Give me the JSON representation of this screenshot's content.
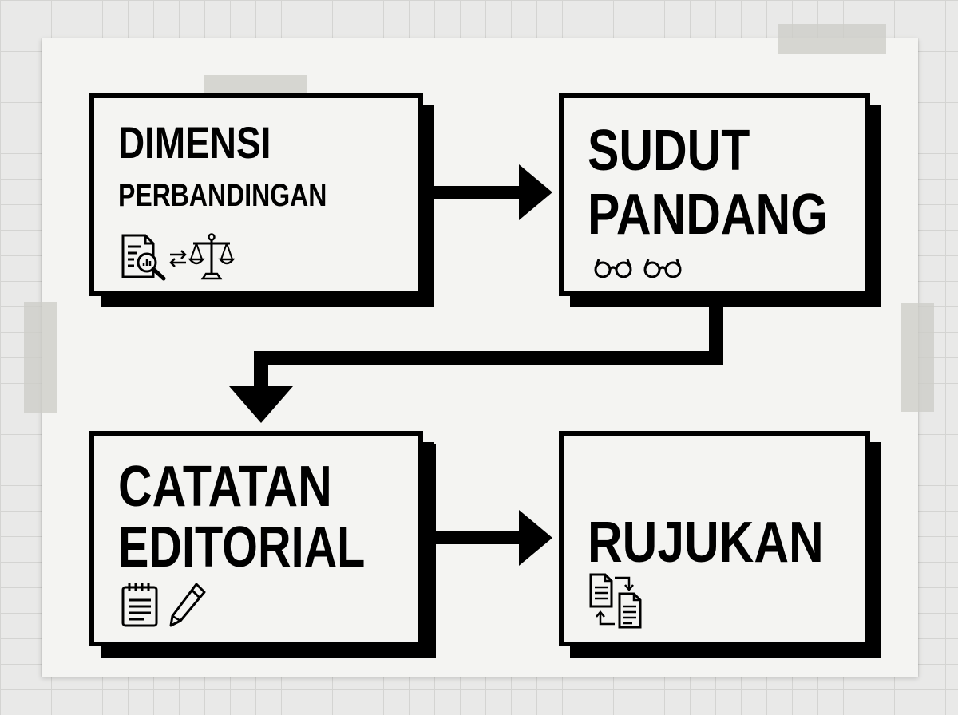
{
  "diagram": {
    "nodes": [
      {
        "id": "dimensi",
        "line1": "DIMENSI",
        "line2": "PERBANDINGAN",
        "icons": [
          "document-search-icon",
          "swap-arrows-icon",
          "balance-scale-icon"
        ]
      },
      {
        "id": "sudut",
        "line1": "SUDUT",
        "line2": "PANDANG",
        "icons": [
          "glasses-icon",
          "glasses-icon"
        ]
      },
      {
        "id": "catatan",
        "line1": "CATATAN",
        "line2": "EDITORIAL",
        "icons": [
          "notepad-icon",
          "pencil-icon"
        ]
      },
      {
        "id": "rujukan",
        "line1": "RUJUKAN",
        "icons": [
          "document-swap-icon"
        ]
      }
    ],
    "edges": [
      {
        "from": "dimensi",
        "to": "sudut"
      },
      {
        "from": "sudut",
        "to": "catatan"
      },
      {
        "from": "catatan",
        "to": "rujukan"
      }
    ],
    "colors": {
      "ink": "#000000",
      "paper": "#f4f4f2",
      "accent": "#ef7a68",
      "background": "#e9e9e8"
    }
  }
}
